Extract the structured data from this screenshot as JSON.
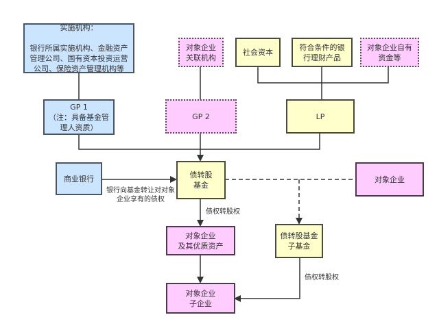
{
  "colors": {
    "blue": "#cce5ff",
    "yellow": "#ffffcc",
    "pink": "#ffccff",
    "line": "#333333"
  },
  "nodes": {
    "implementer": "实施机构：\n\n银行所属实施机构、金融资产\n管理公司、国有资本投资运营\n公司、保险资产管理机构等",
    "affiliate": "对象企业\n关联机构",
    "social_capital": "社会资本",
    "bank_wm": "符合条件的银\n行理财产品",
    "self_funds": "对象企业自有\n资金等",
    "gp1": "GP 1\n（注：具备基金管\n理人资质）",
    "gp2": "GP 2",
    "lp": "LP",
    "commercial_bank": "商业银行",
    "fund": "债转股\n基金",
    "target_company": "对象企业",
    "target_assets": "对象企业\n及其优质资产",
    "sub_fund": "债转股基金\n子基金",
    "target_sub": "对象企业\n子企业"
  },
  "edge_labels": {
    "bank_to_fund": "银行向基金转让对对象\n企业享有的债权",
    "fund_to_assets": "债权转股权",
    "subfund_to_sub": "债权转股权"
  }
}
